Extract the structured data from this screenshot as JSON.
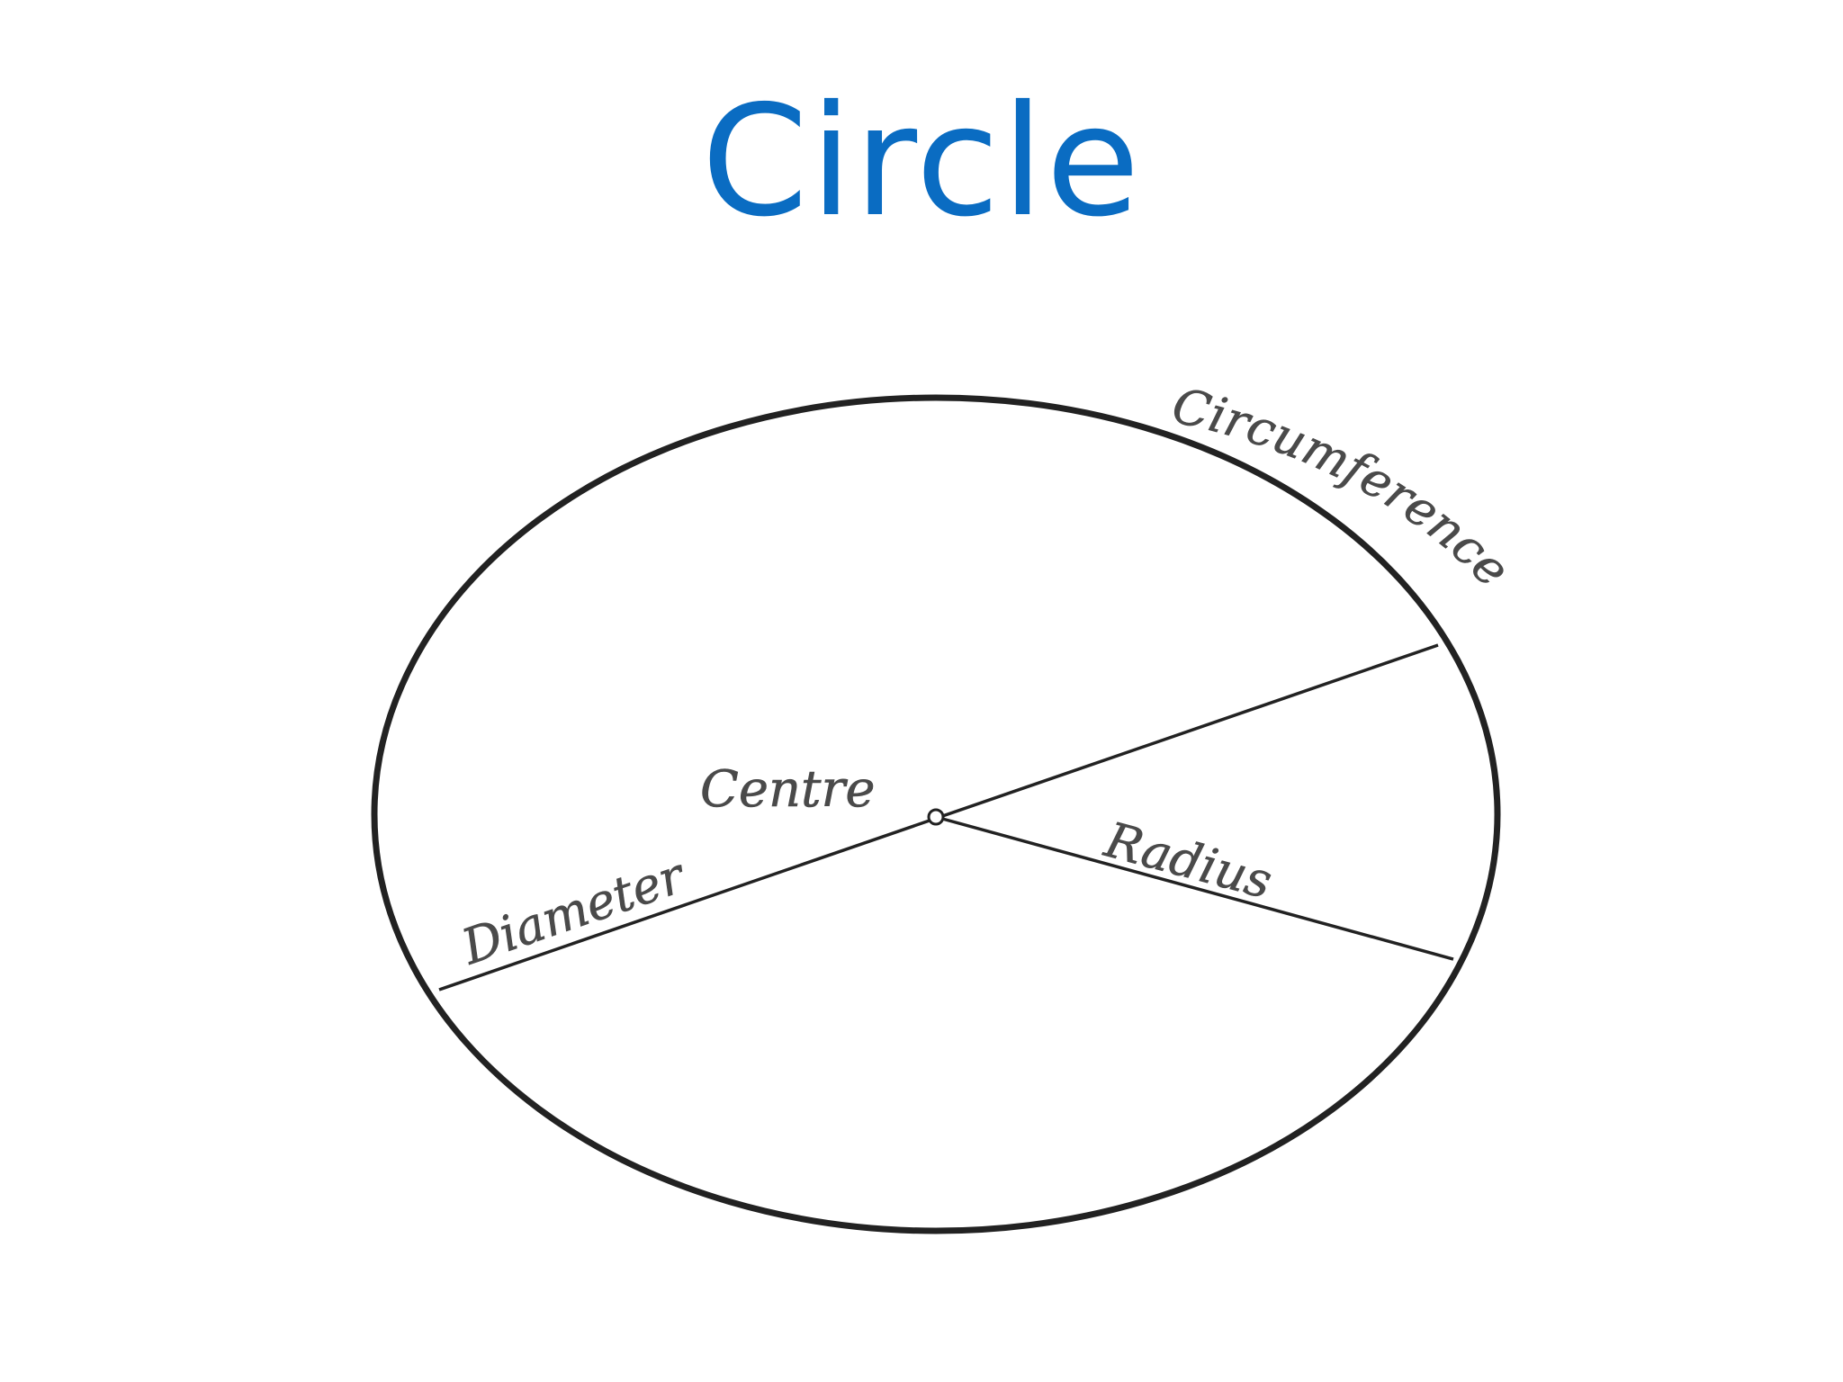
{
  "slide": {
    "title": "Circle"
  },
  "diagram": {
    "labels": {
      "circumference": "Circumference",
      "centre": "Centre",
      "diameter": "Diameter",
      "radius": "Radius"
    }
  },
  "colors": {
    "title": "#0a6cc2",
    "line": "#222222",
    "label": "#4a4a4a",
    "background": "#ffffff"
  }
}
